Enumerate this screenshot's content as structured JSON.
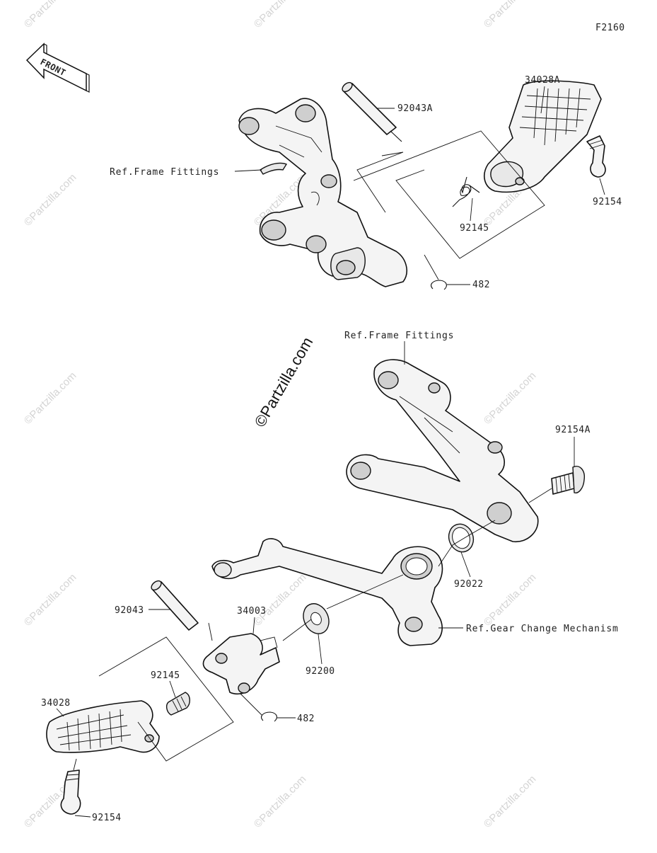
{
  "diagram_code": "F2160",
  "front_arrow": "FRONT",
  "watermark": "©Partzilla.com",
  "labels": {
    "p92043A": "92043A",
    "p34028A": "34028A",
    "ref_frame_1": "Ref.Frame Fittings",
    "p92154_top": "92154",
    "p92145_top": "92145",
    "p482_top": "482",
    "ref_frame_2": "Ref.Frame Fittings",
    "p92154A": "92154A",
    "p92022": "92022",
    "p92043": "92043",
    "p34003": "34003",
    "ref_gear": "Ref.Gear Change Mechanism",
    "p92200": "92200",
    "p92145_bot": "92145",
    "p34028": "34028",
    "p482_bot": "482",
    "p92154_bot": "92154"
  }
}
